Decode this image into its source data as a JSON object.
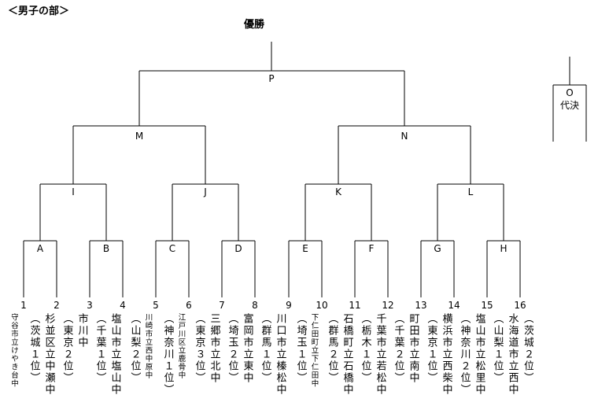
{
  "title": "＜男子の部＞",
  "champion_label": "優勝",
  "matches": {
    "P": "P",
    "M": "M",
    "N": "N",
    "I": "I",
    "J": "J",
    "K": "K",
    "L": "L",
    "A": "A",
    "B": "B",
    "C": "C",
    "D": "D",
    "E": "E",
    "F": "F",
    "G": "G",
    "H": "H"
  },
  "playoff": {
    "match": "O",
    "label": "代決"
  },
  "teams": [
    {
      "seed": "1",
      "school": "守谷市立けやき台中",
      "origin": ""
    },
    {
      "seed": "2",
      "school": "杉並区立中瀬中",
      "origin": "（茨城１位）"
    },
    {
      "seed": "3",
      "school": "市川中",
      "origin": "（東京２位）"
    },
    {
      "seed": "4",
      "school": "塩山市立塩山中",
      "origin": "（千葉１位）"
    },
    {
      "seed": "5",
      "school": "川崎市立西中原中",
      "origin": "（山梨２位）"
    },
    {
      "seed": "6",
      "school": "江戸川区立鹿骨中",
      "origin": "（神奈川１位）"
    },
    {
      "seed": "7",
      "school": "三郷市立北中",
      "origin": "（東京３位）"
    },
    {
      "seed": "8",
      "school": "富岡市立東中",
      "origin": "（埼玉２位）"
    },
    {
      "seed": "9",
      "school": "川口市立榛松中",
      "origin": "（群馬１位）"
    },
    {
      "seed": "10",
      "school": "下仁田町立下仁田中",
      "origin": "（埼玉１位）"
    },
    {
      "seed": "11",
      "school": "石橋町立石橋中",
      "origin": "（群馬２位）"
    },
    {
      "seed": "12",
      "school": "千葉市立若松中",
      "origin": "（栃木１位）"
    },
    {
      "seed": "13",
      "school": "町田市立南中",
      "origin": "（千葉２位）"
    },
    {
      "seed": "14",
      "school": "横浜市立西柴中",
      "origin": "（東京１位）"
    },
    {
      "seed": "15",
      "school": "塩山市立松里中",
      "origin": "（神奈川２位）"
    },
    {
      "seed": "16",
      "school": "水海道市立西中",
      "origin": "（山梨１位）"
    },
    {
      "seed": "",
      "school": "",
      "origin": "（茨城２位）"
    }
  ]
}
